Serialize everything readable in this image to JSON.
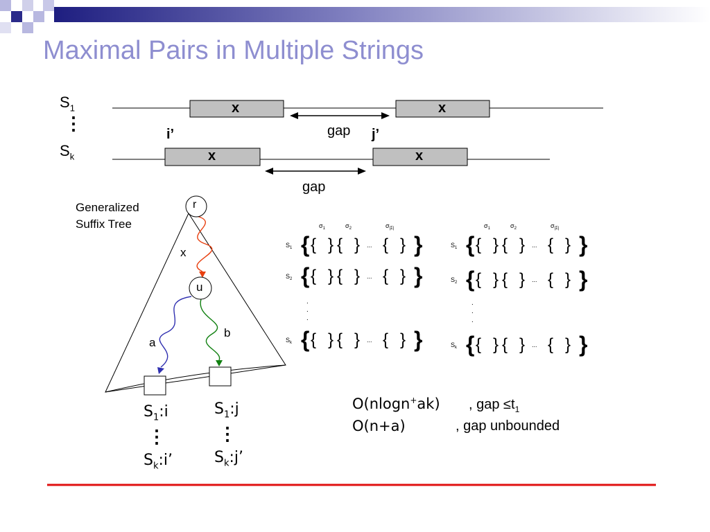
{
  "slide": {
    "title": "Maximal Pairs in Multiple Strings",
    "colors": {
      "title": "#8e8ed0",
      "accent_bar": "#2a2a8a",
      "footer_line": "#e01010",
      "box_fill": "#c0c0c0",
      "path_x": "#e84010",
      "path_a": "#3030b0",
      "path_b": "#108010"
    }
  },
  "strings_diagram": {
    "s1_label": "S",
    "s1_sub": "1",
    "sk_label": "S",
    "sk_sub": "k",
    "ellipsis": "⋮",
    "box_label": "x",
    "i_label": "i’",
    "j_label": "j’",
    "gap_label": "gap"
  },
  "tree": {
    "caption_line1": "Generalized",
    "caption_line2": "Suffix Tree",
    "root_label": "r",
    "node_u_label": "u",
    "edge_x_label": "x",
    "edge_a_label": "a",
    "edge_b_label": "b"
  },
  "leaves": {
    "left_top": {
      "s": "S",
      "sub": "1",
      "suffix": ":i"
    },
    "left_bottom": {
      "s": "S",
      "sub": "k",
      "suffix": ":i’"
    },
    "right_top": {
      "s": "S",
      "sub": "1",
      "suffix": ":j"
    },
    "right_bottom": {
      "s": "S",
      "sub": "k",
      "suffix": ":j’"
    },
    "ellipsis": "⋮"
  },
  "matrices": {
    "col1": "σ",
    "col1_sub": "1",
    "col2": "σ",
    "col2_sub": "2",
    "col3": "σ",
    "col3_sub": "|Σ|",
    "row1": "S",
    "row1_sub": "1",
    "row2": "S",
    "row2_sub": "2",
    "rowk": "S",
    "rowk_sub": "k",
    "dots": "...",
    "vdot": "."
  },
  "complexity": {
    "line1_main": "O(nlogn",
    "line1_sup": "+",
    "line1_tail": "ak)",
    "line1_note": ", gap ≤t",
    "line1_note_sub": "1",
    "line2_main": "O(n+a)",
    "line2_note": ", gap unbounded"
  }
}
